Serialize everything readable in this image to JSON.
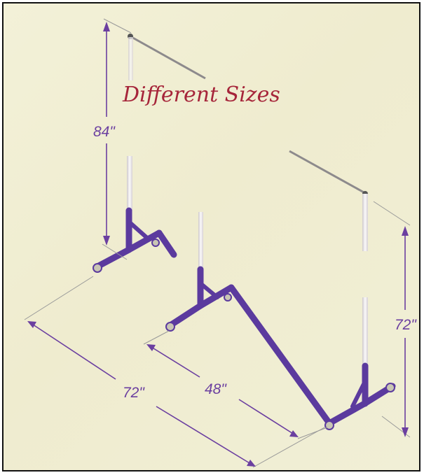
{
  "title": "Different Sizes",
  "dimensions": {
    "height_tall": "84\"",
    "height_short": "72\"",
    "length_long": "72\"",
    "length_short": "48\""
  },
  "colors": {
    "background": "#f1efd6",
    "frame_purple": "#5b3a9e",
    "dimension_line": "#6b3fa0",
    "title": "#a6253a",
    "pole": "#e9e6e8"
  }
}
